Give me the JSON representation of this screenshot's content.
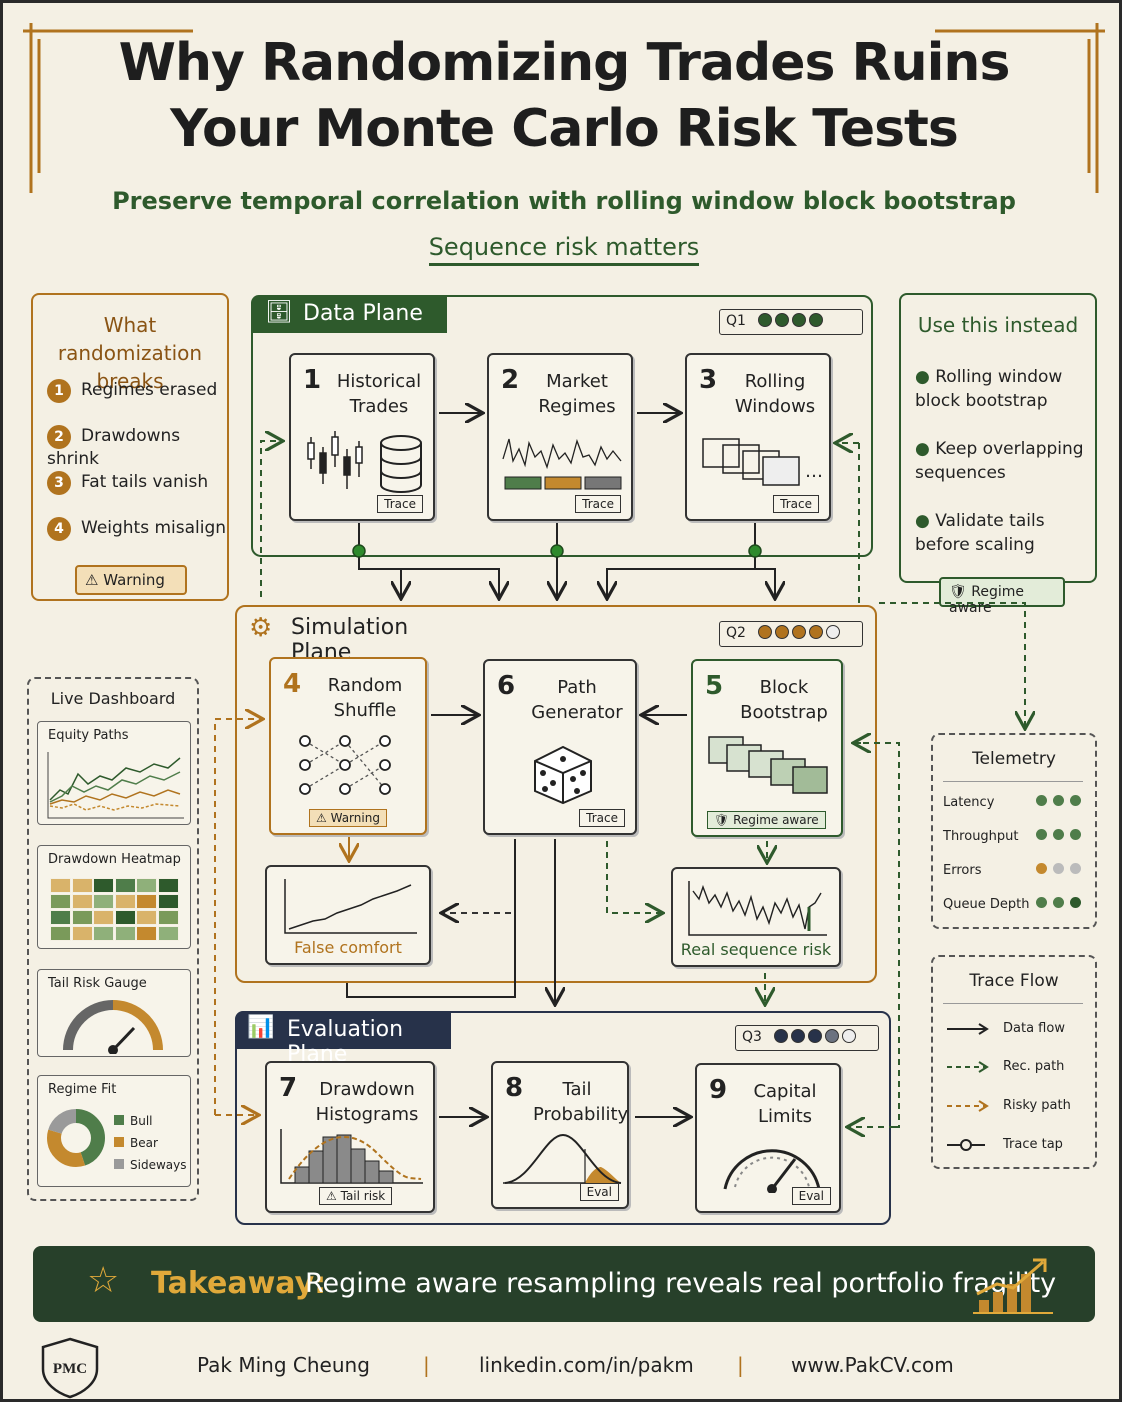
{
  "title": {
    "line1": "Why Randomizing Trades Ruins",
    "line2": "Your Monte Carlo Risk Tests"
  },
  "subtitle": "Preserve temporal correlation with rolling window block bootstrap",
  "tagline": "Sequence risk matters",
  "left_panel": {
    "heading": "What randomization breaks",
    "items": [
      {
        "num": "1",
        "text": "Regimes erased"
      },
      {
        "num": "2",
        "text": "Drawdowns shrink"
      },
      {
        "num": "3",
        "text": "Fat tails vanish"
      },
      {
        "num": "4",
        "text": "Weights misalign"
      }
    ],
    "badge": "Warning"
  },
  "right_panel": {
    "heading": "Use this instead",
    "items": [
      "Rolling window block bootstrap",
      "Keep overlapping sequences",
      "Validate tails before scaling"
    ],
    "badge": "Regime aware"
  },
  "data_plane": {
    "label": "Data Plane",
    "queue": "Q1",
    "queue_level": 4,
    "nodes": [
      {
        "num": "1",
        "label": "Historical Trades",
        "tag": "Trace"
      },
      {
        "num": "2",
        "label": "Market Regimes",
        "tag": "Trace"
      },
      {
        "num": "3",
        "label": "Rolling Windows",
        "tag": "Trace"
      }
    ]
  },
  "sim_plane": {
    "label": "Simulation Plane",
    "queue": "Q2",
    "queue_level": 4,
    "nodes": [
      {
        "num": "4",
        "label": "Random Shuffle",
        "tag": "Warning"
      },
      {
        "num": "6",
        "label": "Path Generator",
        "tag": "Trace"
      },
      {
        "num": "5",
        "label": "Block Bootstrap",
        "tag": "Regime aware"
      }
    ],
    "outputs": [
      "False comfort",
      "Real sequence risk"
    ]
  },
  "eval_plane": {
    "label": "Evaluation Plane",
    "queue": "Q3",
    "queue_level": 4,
    "nodes": [
      {
        "num": "7",
        "label": "Drawdown Histograms",
        "tag": "Tail risk"
      },
      {
        "num": "8",
        "label": "Tail Probability",
        "tag": "Eval"
      },
      {
        "num": "9",
        "label": "Capital Limits",
        "tag": "Eval"
      }
    ]
  },
  "dashboard": {
    "heading": "Live Dashboard",
    "cards": [
      "Equity Paths",
      "Drawdown Heatmap",
      "Tail Risk Gauge",
      "Regime Fit"
    ],
    "regime_legend": [
      "Bull",
      "Bear",
      "Sideways"
    ]
  },
  "telemetry": {
    "heading": "Telemetry",
    "rows": [
      "Latency",
      "Throughput",
      "Errors",
      "Queue Depth"
    ]
  },
  "trace_flow": {
    "heading": "Trace Flow",
    "rows": [
      "Data flow",
      "Rec. path",
      "Risky path",
      "Trace tap"
    ]
  },
  "takeaway": {
    "label": "Takeaway:",
    "text": "Regime aware resampling reveals real portfolio fragility"
  },
  "footer": {
    "logo": "PMC",
    "name": "Pak Ming Cheung",
    "linkedin": "linkedin.com/in/pakm",
    "site": "www.PakCV.com"
  },
  "colors": {
    "green": "#2e5a2c",
    "orange": "#b0731e",
    "navy": "#27324a",
    "dark_green": "#27402a"
  }
}
